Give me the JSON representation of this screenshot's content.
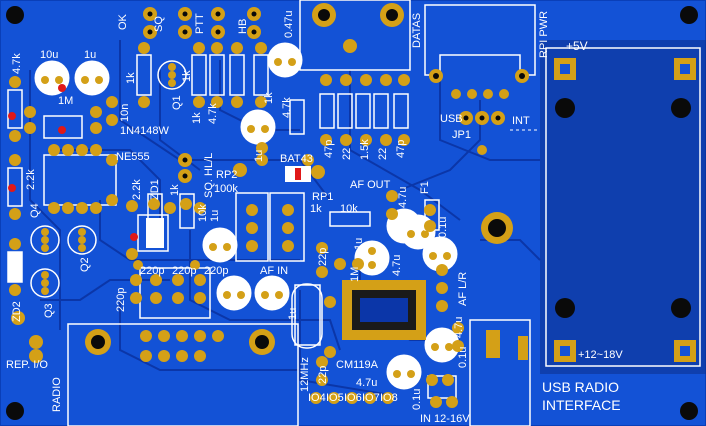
{
  "board": {
    "title_line1": "USB RADIO",
    "title_line2": "INTERFACE",
    "colors": {
      "substrate": "#1352d6",
      "trace": "#0b36a8",
      "pad": "#d4a017",
      "silk": "#ffffff",
      "led": "#e01818"
    }
  },
  "labels": {
    "ok": "OK",
    "sq": "SQ",
    "ptt": "PTT",
    "hb": "HB",
    "cap047": "0.47u",
    "datas": "DATAS",
    "rpi_pwr": "RPI PWR",
    "plus5v": "+5V",
    "c10u": "10u",
    "c1u_a": "1u",
    "r47k_a": "4.7k",
    "m1": "1M",
    "c10n": "10n",
    "diode1n4148": "1N4148W",
    "ne555": "NE555",
    "r22k_a": "2.2k",
    "r1k_a": "1k",
    "q1": "Q1",
    "r1k_b": "1k",
    "r47k_b": "4.7k",
    "r1k_c": "1k",
    "r47k_c": "4.7k",
    "r1k_d": "1k",
    "c1u_b": "1u",
    "c47p_a": "47p",
    "r22_a": "22",
    "r15k": "1.5k",
    "r22_b": "22",
    "c47p_b": "47p",
    "usb": "USB",
    "jp1": "JP1",
    "int": "INT",
    "rp2": "RP2",
    "r100k": "100k",
    "sq_hl": "SQ. HL/L",
    "bat43": "BAT43",
    "af_out": "AF OUT",
    "rp1": "RP1",
    "f1": "F1",
    "q4": "Q4",
    "zd1": "ZD1",
    "r22k_b": "2.2k",
    "r1k_e": "1k",
    "r10k_a": "10k",
    "c1u_c": "1u",
    "r1k_f": "1k",
    "r10k_b": "10k",
    "c4p7u_a": "4.7u",
    "c01u_a": "0.1u",
    "c1u_d": "1u",
    "c4p7u_b": "4.7u",
    "q2": "Q2",
    "c220p_a": "220p",
    "c220p_b": "220p",
    "c220p_c": "220p",
    "af_in": "AF IN",
    "c22p_a": "22p",
    "c1m": "1M",
    "af_lr": "AF L/R",
    "q3": "Q3",
    "zd2": "ZD2",
    "c220p_d": "220p",
    "c1u_e": "1u",
    "c47u_c": "4.7u",
    "c01u_b": "0.1u",
    "rep_io": "REP. I/O",
    "radio": "RADIO",
    "mhz12": "12MHz",
    "c22p_b": "22p",
    "cm119a": "CM119A",
    "c4p7u_d": "4.7u",
    "io4": "IO4",
    "io5": "IO5",
    "io6": "IO6",
    "io7": "IO7",
    "io8": "IO8",
    "c01u_c": "0.1u",
    "in_1216": "IN 12-16V",
    "plus1218": "+12~18V"
  }
}
